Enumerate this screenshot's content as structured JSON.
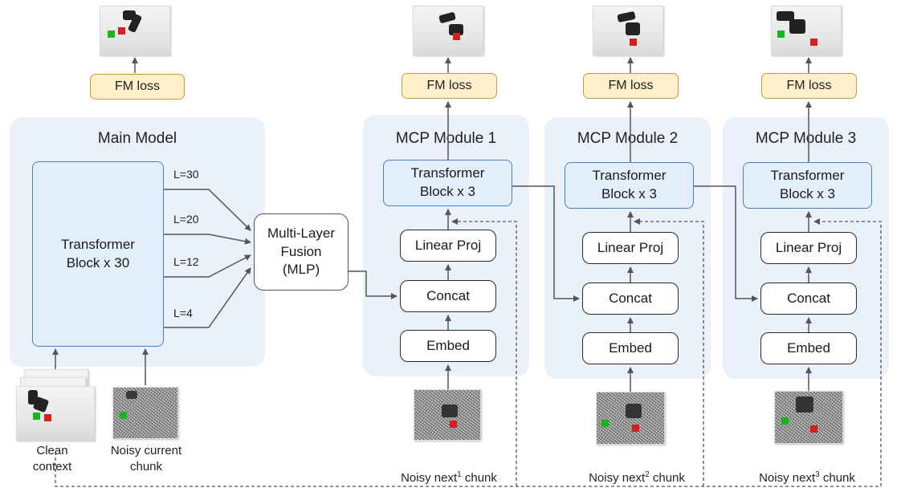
{
  "main_model": {
    "title": "Main Model",
    "transformer": "Transformer\nBlock x 30",
    "layer_labels": [
      "L=30",
      "L=20",
      "L=12",
      "L=4"
    ]
  },
  "fusion": {
    "label": "Multi-Layer\nFusion\n(MLP)"
  },
  "fm_loss_label": "FM loss",
  "modules": [
    {
      "title": "MCP Module 1",
      "transformer": "Transformer\nBlock x 3",
      "linear": "Linear Proj",
      "concat": "Concat",
      "embed": "Embed",
      "caption_pre": "Noisy next",
      "caption_sup": "1",
      "caption_post": " chunk"
    },
    {
      "title": "MCP Module 2",
      "transformer": "Transformer\nBlock x 3",
      "linear": "Linear Proj",
      "concat": "Concat",
      "embed": "Embed",
      "caption_pre": "Noisy next",
      "caption_sup": "2",
      "caption_post": " chunk"
    },
    {
      "title": "MCP Module 3",
      "transformer": "Transformer\nBlock x 3",
      "linear": "Linear Proj",
      "concat": "Concat",
      "embed": "Embed",
      "caption_pre": "Noisy next",
      "caption_sup": "3",
      "caption_post": " chunk"
    }
  ],
  "inputs": {
    "clean_context": "Clean\ncontext",
    "noisy_current": "Noisy current\nchunk"
  },
  "colors": {
    "panel_bg": "#eaf1fb",
    "transformer_fill": "#e3eefb",
    "transformer_border": "#4a7fc1",
    "fm_fill": "#fdefc9",
    "fm_border": "#c79a39",
    "arrow": "#555555"
  }
}
